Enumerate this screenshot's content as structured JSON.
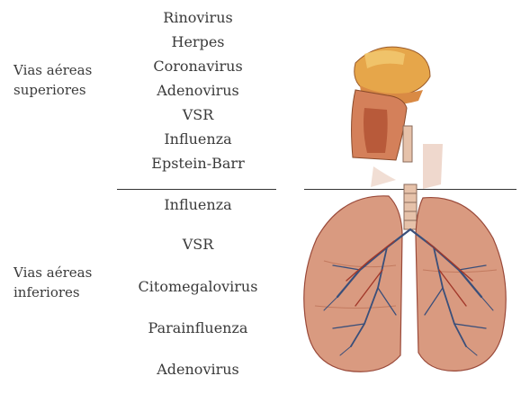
{
  "labels": {
    "upper_airways": "Vias aéreas\nsuperiores",
    "lower_airways": "Vias aéreas\ninferiores"
  },
  "upper_viruses": [
    "Rinovirus",
    "Herpes",
    "Coronavirus",
    "Adenovirus",
    "VSR",
    "Influenza",
    "Epstein-Barr"
  ],
  "lower_viruses": [
    "Influenza",
    "VSR",
    "Citomegalovirus",
    "Parainfluenza",
    "Adenovirus"
  ],
  "colors": {
    "lung_fill": "#d99a80",
    "lung_shade": "#c27a5f",
    "trachea": "#e6c2aa",
    "vessel_blue": "#3a4f7a",
    "vessel_red": "#a2382a",
    "nasal": "#e6a64a"
  }
}
